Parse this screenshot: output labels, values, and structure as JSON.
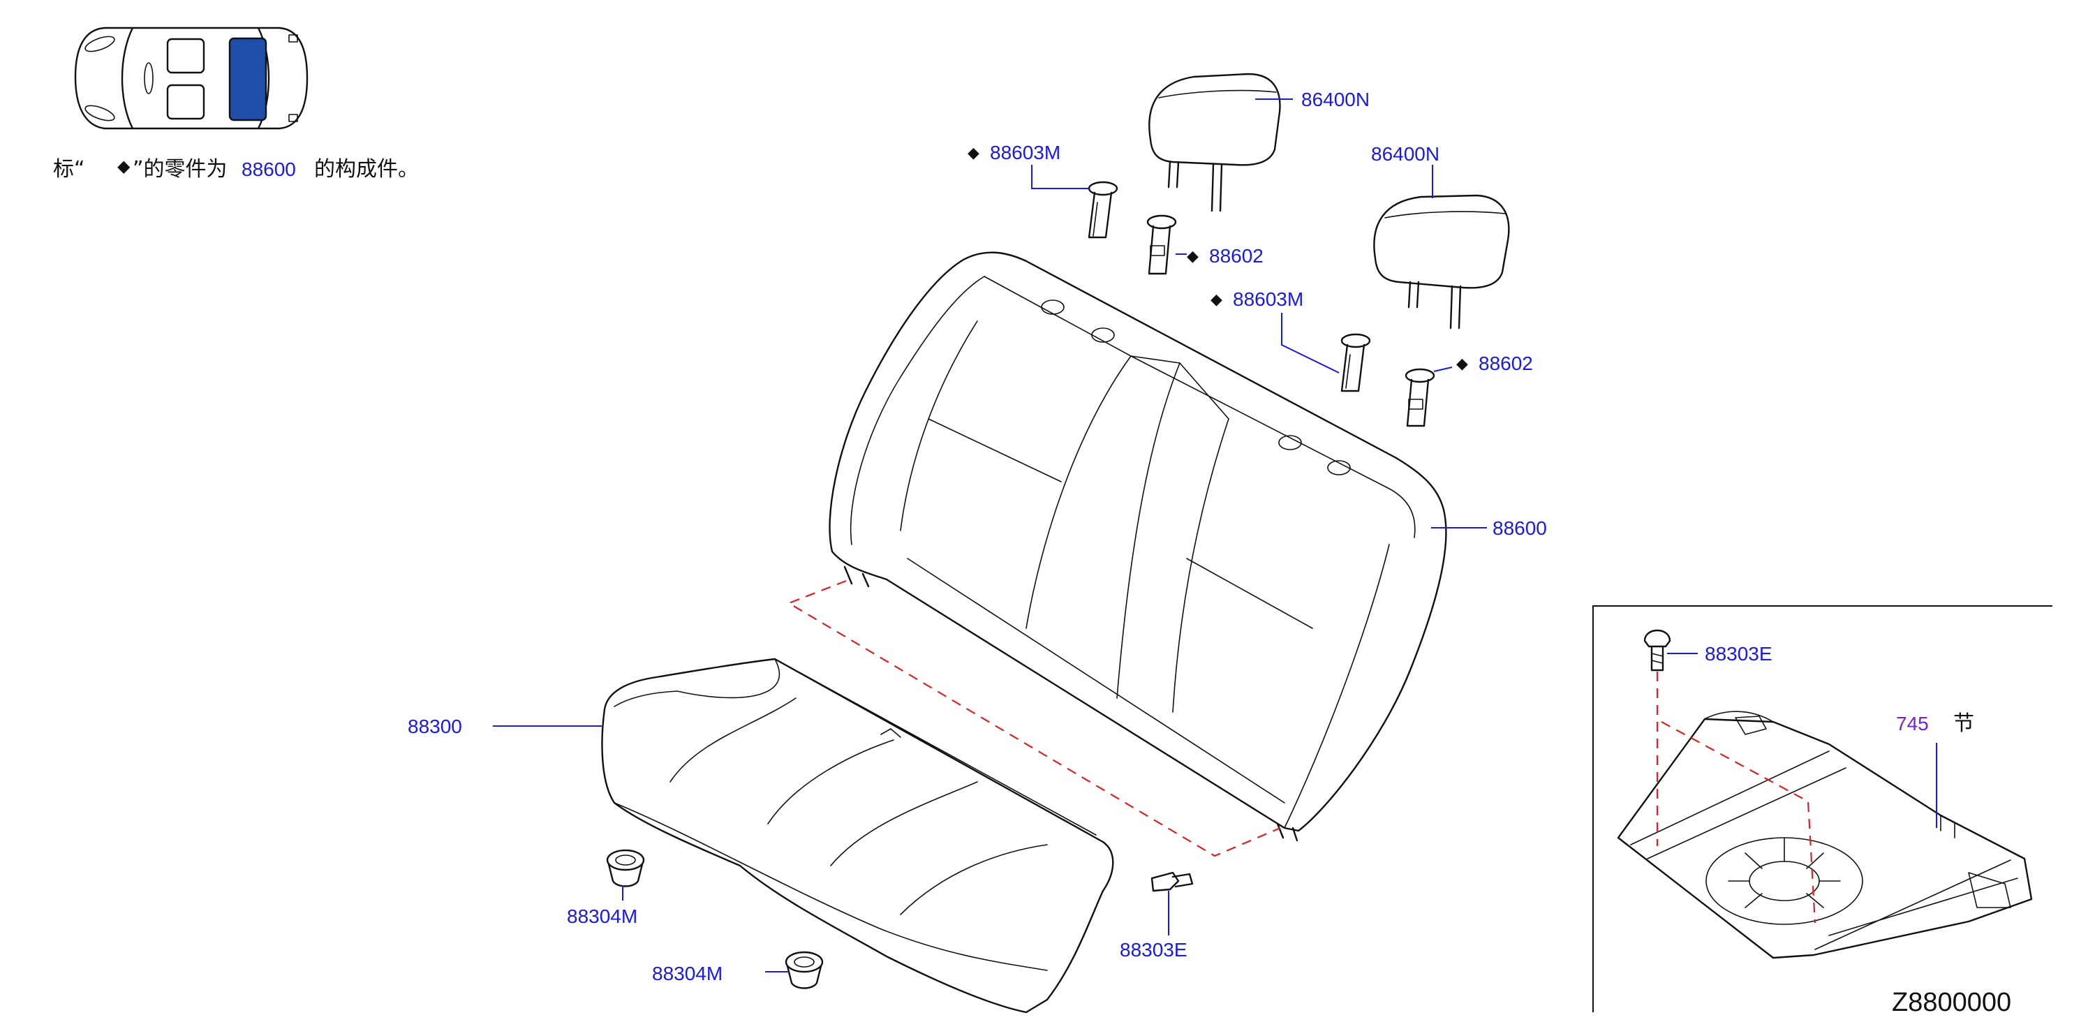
{
  "legend": {
    "note_prefix": "标“",
    "note_mid": "”的零件为",
    "note_ref": "88600",
    "note_suffix": "的构成件。",
    "marker_symbol": "◆",
    "highlight_color": "#1f4fa8"
  },
  "callouts": {
    "headrest_left": "86400N",
    "headrest_right": "86400N",
    "guide_left_marker": "◆",
    "guide_left": "88603M",
    "latch_left_marker": "◆",
    "latch_left": "88602",
    "guide_right_marker": "◆",
    "guide_right": "88603M",
    "latch_right_marker": "◆",
    "latch_right": "88602",
    "seatback": "88600",
    "cushion": "88300",
    "clip_left": "88304M",
    "clip_right": "88304M",
    "bolt_main": "88303E",
    "bolt_inset": "88303E",
    "section_ref": "745",
    "section_word": "节"
  },
  "footer": {
    "diagram_code": "Z8800000"
  },
  "colors": {
    "callout": "#1a1ae6",
    "section_ref": "#7a1fd6",
    "assembly_dash": "#e02020"
  }
}
